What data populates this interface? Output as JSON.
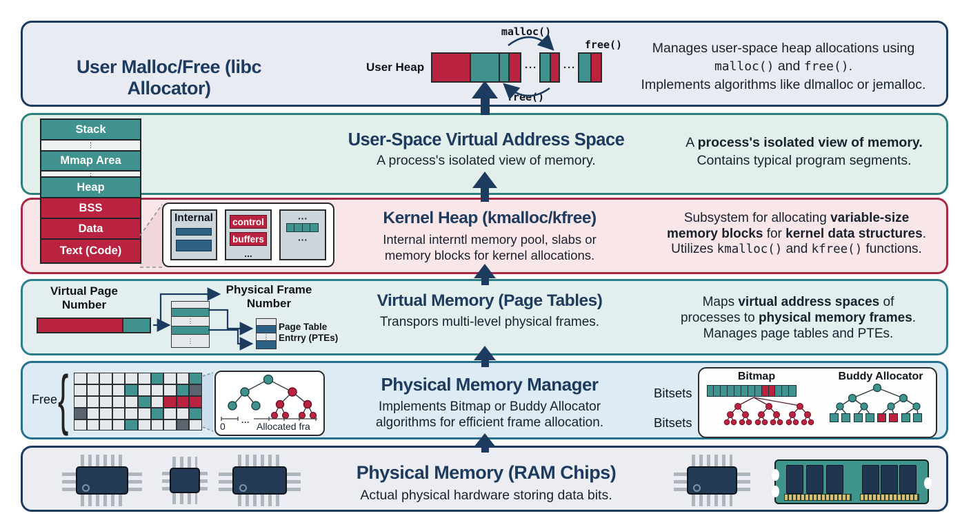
{
  "misc": {
    "vdots": "⋮",
    "hdots": "···"
  },
  "l1": {
    "title": "User Malloc/Free (libc Allocator)",
    "heap_label": "User Heap",
    "malloc_label": "malloc()",
    "free_top_label": "free()",
    "free_bottom_label": "free()",
    "heap_segments": [
      {
        "t": "seg",
        "c": "r",
        "w": 58
      },
      {
        "t": "seg",
        "c": "t",
        "w": 44
      },
      {
        "t": "seg",
        "c": "t",
        "w": 16
      },
      {
        "t": "seg",
        "c": "r",
        "w": 19
      },
      {
        "t": "dots"
      },
      {
        "t": "seg",
        "c": "t",
        "w": 17
      },
      {
        "t": "seg",
        "c": "r",
        "w": 15
      },
      {
        "t": "dots"
      },
      {
        "t": "seg",
        "c": "t",
        "w": 20
      },
      {
        "t": "seg",
        "c": "r",
        "w": 17
      }
    ],
    "desc_line1": "Manages user-space heap allocations using",
    "desc_code1": "malloc()",
    "desc_mid": " and ",
    "desc_code2": "free()",
    "desc_period": ".",
    "desc_line3": "Implements algorithms like dlmalloc or jemalloc."
  },
  "l2": {
    "title": "User-Space Virtual Address Space",
    "subtitle": "A process's isolated view of memory.",
    "stack_rows": [
      {
        "label": "Stack",
        "type": "teal",
        "h": 30
      },
      {
        "type": "gap",
        "h": 16
      },
      {
        "label": "Mmap Area",
        "type": "teal",
        "h": 29
      },
      {
        "type": "gap",
        "h": 9
      },
      {
        "label": "Heap",
        "type": "teal",
        "h": 30
      },
      {
        "label": "BSS",
        "type": "red",
        "h": 30
      },
      {
        "label": "Data",
        "type": "red",
        "h": 30
      },
      {
        "label": "Text (Code)",
        "type": "red",
        "h": 33
      }
    ],
    "desc_plain": "A ",
    "desc_bold": "process's isolated view of memory.",
    "desc_line2": "Contains typical program segments."
  },
  "l3": {
    "title": "Kernel Heap (kmalloc/kfree)",
    "subtitle_line1": "Internal interntl memory pool, slabs or",
    "subtitle_line2": "memory blocks for kernel allocations.",
    "slab_internal": "Internal",
    "slab_control": "control",
    "slab_buffers": "buffers",
    "slab_dots": "...",
    "slab_hdots": "···",
    "desc1_plain": "Subsystem for allocating ",
    "desc1_bold": "variable-size",
    "desc2_bold1": "memory blocks",
    "desc2_plain": " for ",
    "desc2_bold2": "kernel data structures",
    "desc2_period": ".",
    "desc3_plain1": "Utilizes ",
    "desc3_code1": "kmalloc()",
    "desc3_plain2": " and ",
    "desc3_code2": "kfree()",
    "desc3_plain3": " functions."
  },
  "l4": {
    "title": "Virtual Memory (Page Tables)",
    "subtitle": "Transpors multi-level physical frames.",
    "vpn_line1": "Virtual Page",
    "vpn_line2": "Number",
    "pfn_line1": "Physical Frame",
    "pfn_line2": "Number",
    "pte_line1": "Page Table",
    "pte_line2": "Entrry (PTEs)",
    "mid_rows": [
      {
        "c": "g",
        "h": 10
      },
      {
        "c": "t",
        "h": 12
      },
      {
        "c": "g",
        "h": 14,
        "dots": true
      },
      {
        "c": "t",
        "h": 12
      },
      {
        "c": "g",
        "h": 18,
        "dots": true
      }
    ],
    "pte_rows": [
      {
        "c": "g",
        "h": 10
      },
      {
        "c": "b",
        "h": 11
      },
      {
        "c": "g",
        "h": 11,
        "dots": true
      },
      {
        "c": "b",
        "h": 11
      }
    ],
    "desc1_plain": "Maps ",
    "desc1_bold": "virtual address spaces",
    "desc1_end": " of",
    "desc2_plain": "processes to ",
    "desc2_bold": "physical memory frames",
    "desc2_period": ".",
    "desc3": "Manages page tables and PTEs."
  },
  "l5": {
    "title": "Physical Memory Manager",
    "subtitle_line1": "Implements Bitmap or Buddy Allocator",
    "subtitle_line2": "algorithms for efficient frame allocation.",
    "free_label": "Free",
    "brace": "{",
    "grid_rows": [
      "ggggggtggt",
      "ggggtgggtd",
      "gggggtgrrr",
      "dgggggtggt",
      "ggggtgggdg"
    ],
    "axis_zero": "0",
    "axis_dots": "···",
    "axis_alloc": "Allocated fra",
    "bitsets_top": "Bitsets",
    "bitsets_bottom": "Bitsets",
    "bitmap_label": "Bitmap",
    "buddy_label": "Buddy Allocator",
    "bitmap_cells": "ttttttttrrttt",
    "buddy_leaves": "ttttrrtt"
  },
  "l6": {
    "title": "Physical Memory (RAM Chips)",
    "subtitle": "Actual physical hardware storing data bits."
  },
  "colors": {
    "navy": "#1d3a5f",
    "teal": "#3f928d",
    "crimson": "#b92340",
    "steel_blue": "#2d6286",
    "gray_cell": "#e6e9eb",
    "dark_cell": "#5a646e",
    "band1_bg": "#e9ebf2",
    "band2_bg": "#e3efeb",
    "band3_bg": "#f9e6e8",
    "band4_bg": "#e2efee",
    "band5_bg": "#dcebf4",
    "band6_bg": "#ebedf3",
    "band2_border": "#2e7f7c",
    "band3_border": "#a92742",
    "band4_border": "#2d7f8d",
    "band5_border": "#27708f"
  }
}
